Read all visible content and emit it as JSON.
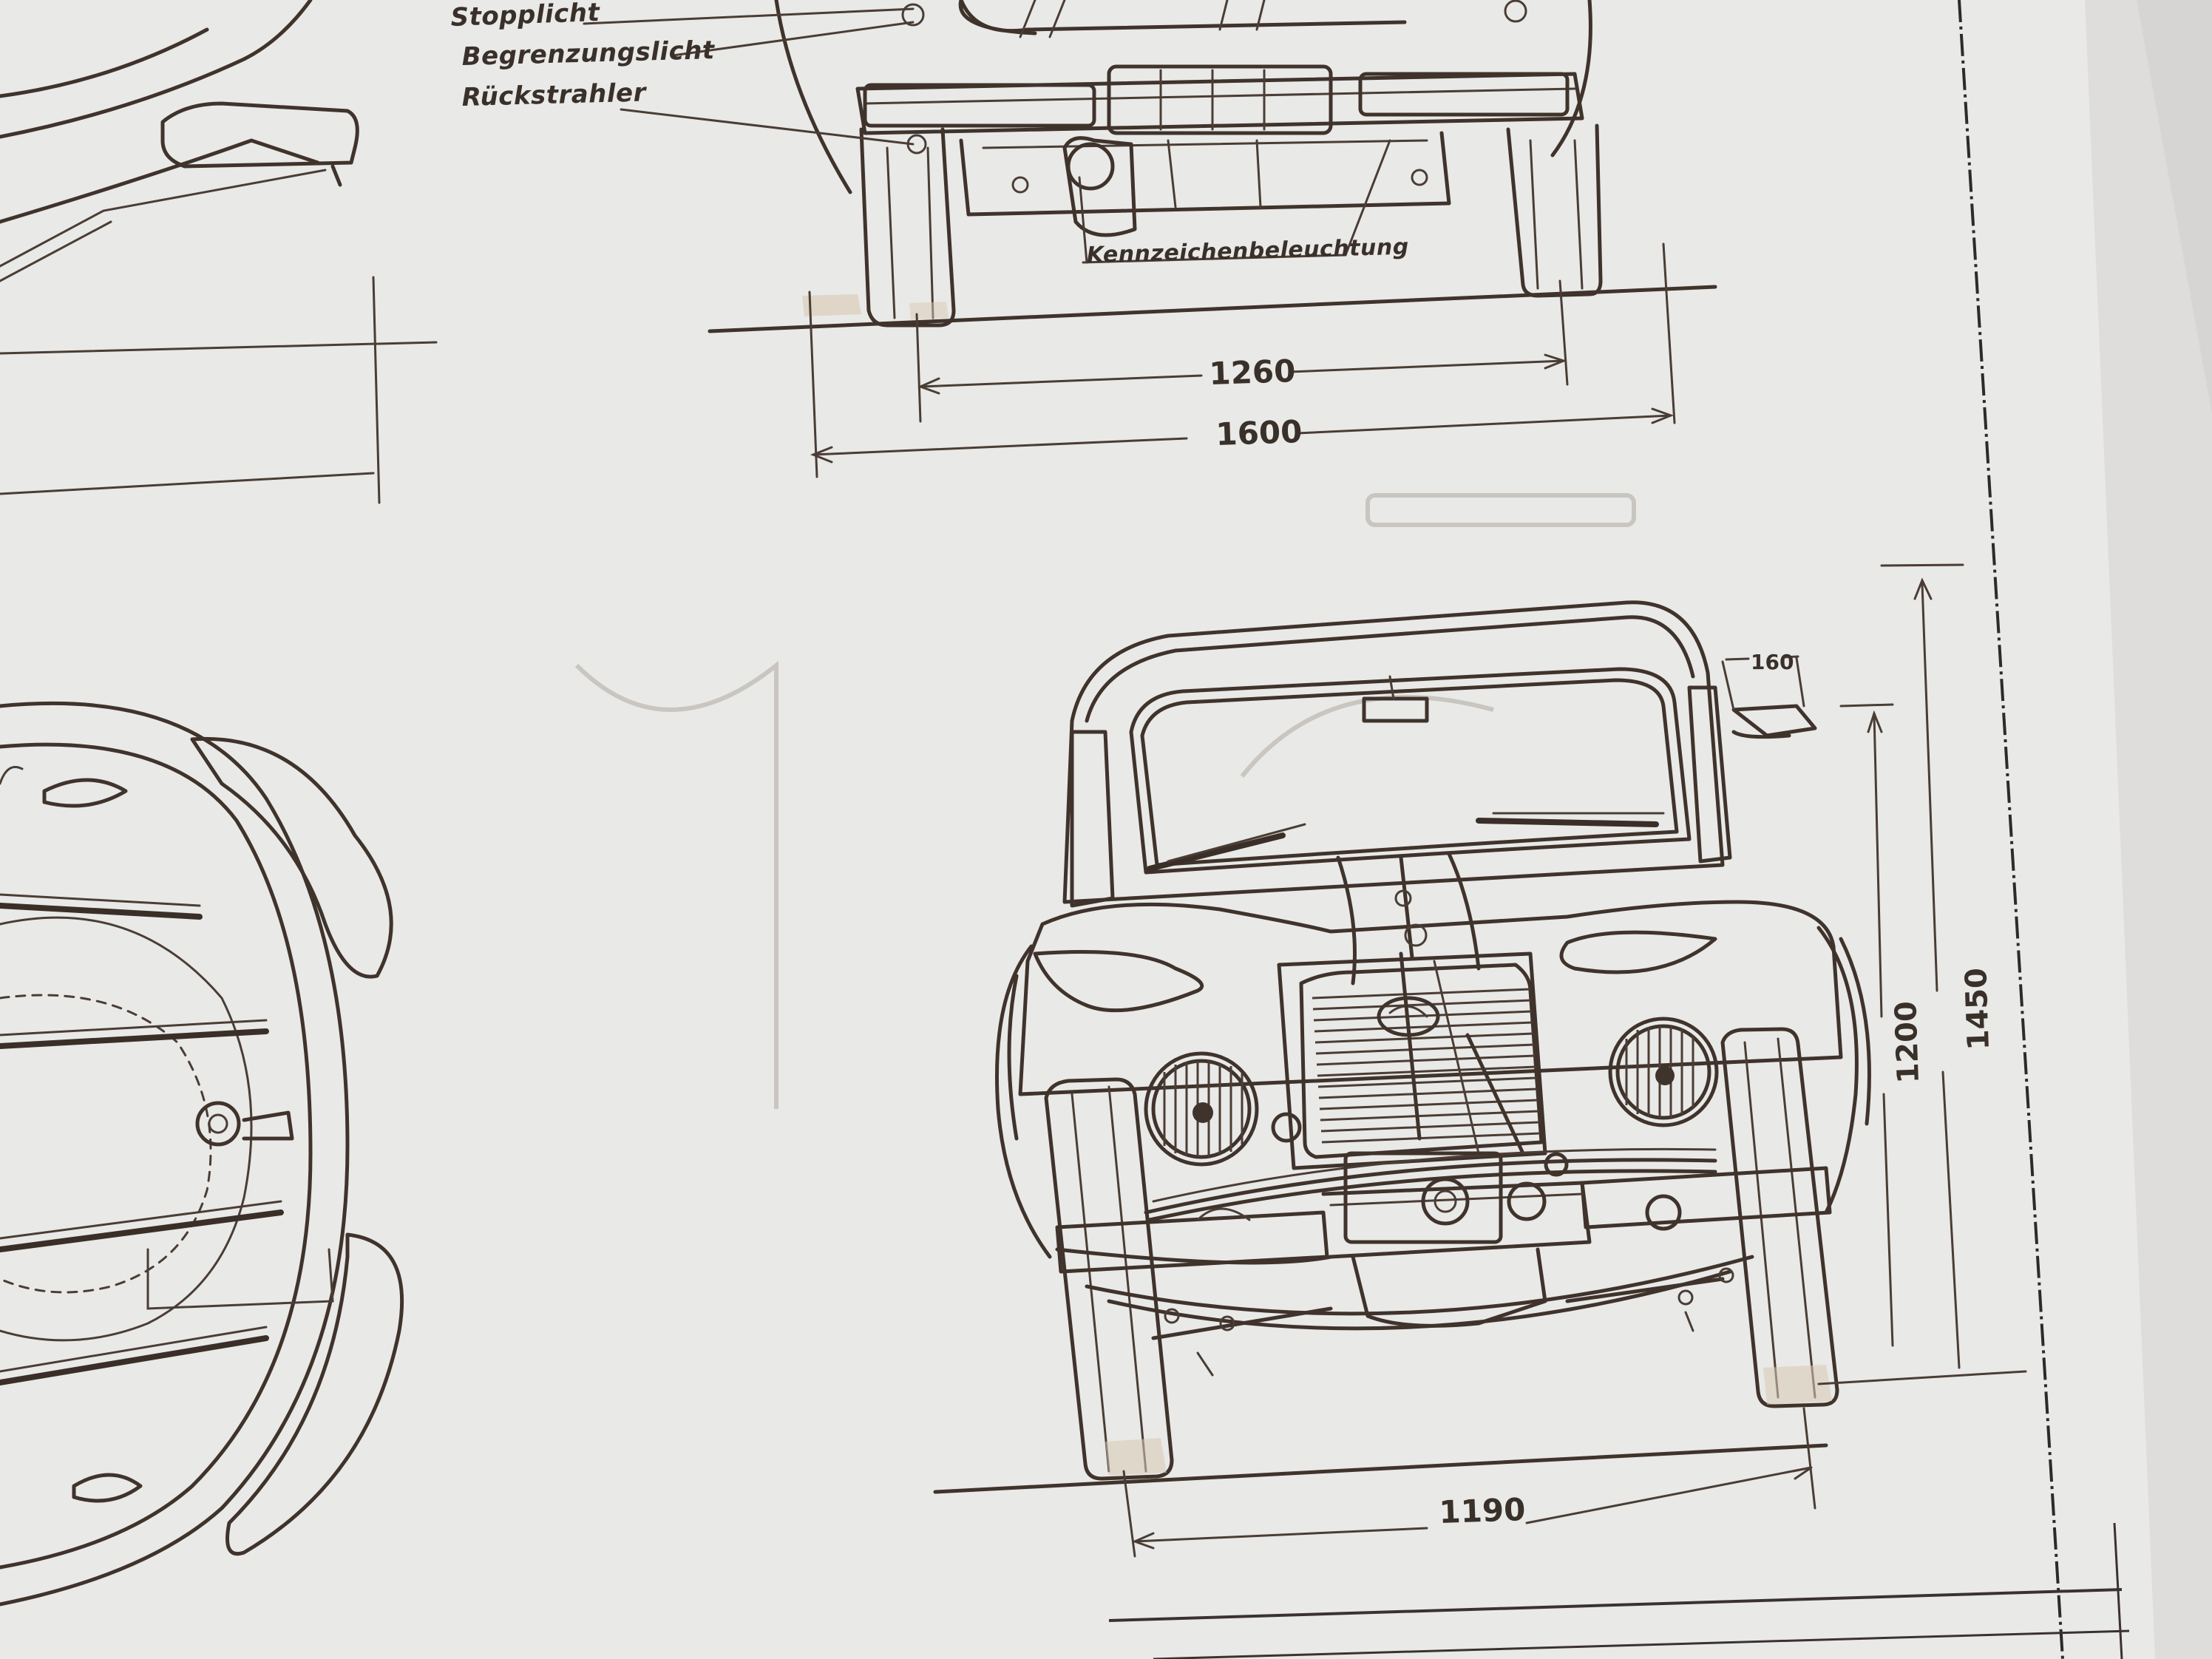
{
  "labels": {
    "stop_light": "Stopplicht",
    "position_light": "Begrenzungslicht",
    "reflector": "Rückstrahler",
    "plate_light": "Kennzeichenbeleuchtung"
  },
  "dimensions": {
    "rear_track": "1260",
    "rear_overall_width": "1600",
    "front_track": "1190",
    "overall_height": "1450",
    "height_to_roof_edge": "1200",
    "mirror_offset": "160"
  },
  "colors": {
    "paper": "#e9e9e7",
    "ink": "#3f332c",
    "background": "#d6d5d3"
  }
}
